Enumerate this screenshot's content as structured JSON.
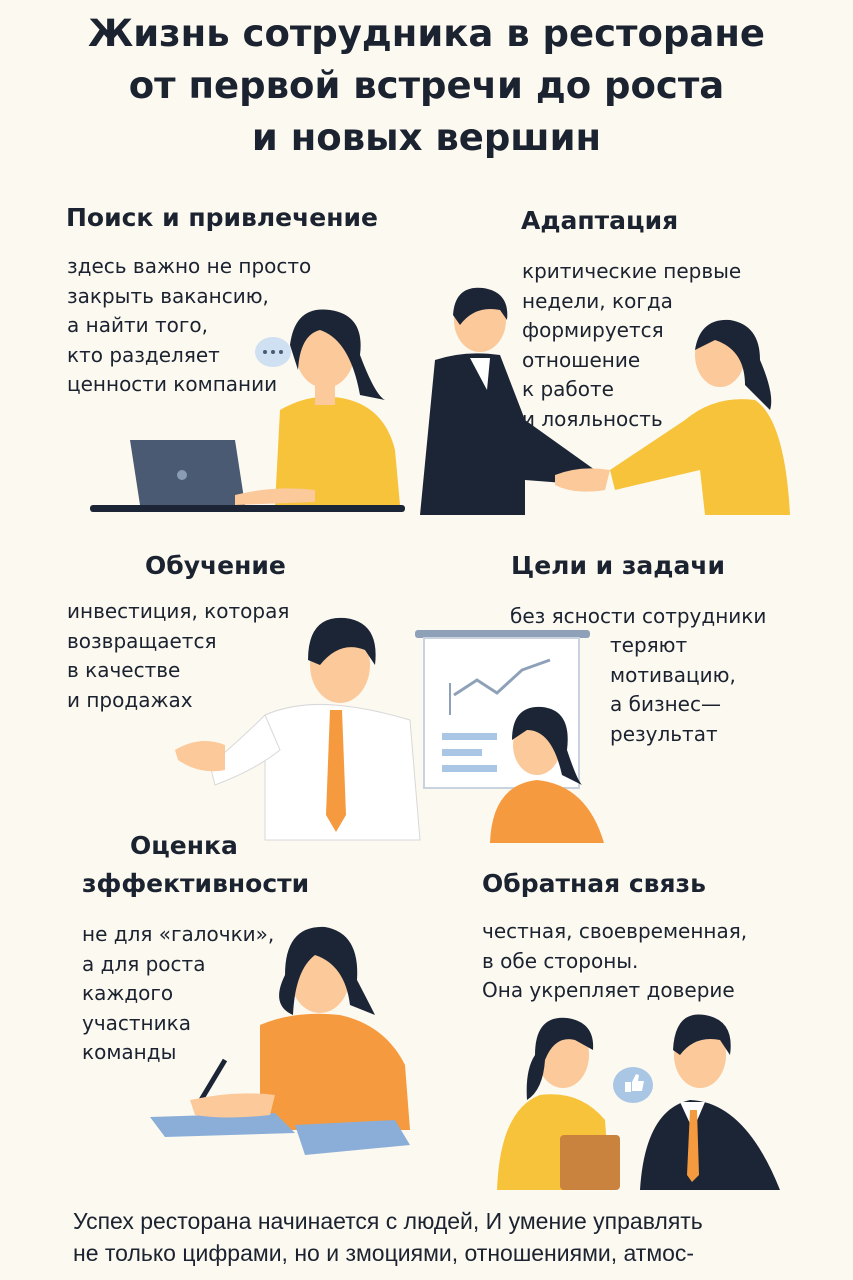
{
  "title": {
    "lines": [
      "Жизнь сотрудника в ресторане",
      "от первой встречи до роста",
      "и новых вершин"
    ]
  },
  "sections": [
    {
      "heading": "Поиск и привлечение",
      "text": "здесь важно не просто\nзакрыть вакансию,\nа найти того,\nкто разделяет\nценности компании"
    },
    {
      "heading": "Адаптация",
      "text": "критические первые\nнедели, когда\nформируется\nотношение\nк работе\nи лояльность"
    },
    {
      "heading": "Обучение",
      "text": "инвестиция, которая\nвозвращается\nв качестве\nи продажах"
    },
    {
      "heading": "Цели и задачи",
      "text": "без ясности сотрудники",
      "text2": "теряют\nмотивацию,\nа бизнес—\nрезультат"
    },
    {
      "heading": "Оценка",
      "heading2": "зффективности",
      "text": "не для «галочки»,\nа для роста\nкаждого\nучастника\nкоманды"
    },
    {
      "heading": "Обратная связь",
      "text": "честная, своевременная,\nв обе стороны.\nОна укрепляет доверие"
    }
  ],
  "footer": {
    "lines": [
      "Успех ресторана начинается с людей, И умение управлять",
      "не только цифрами, но и змоциями, отношениями, атмос-"
    ]
  },
  "colors": {
    "background": "#fcf9f0",
    "text": "#1b2230",
    "yellow": "#f7c33a",
    "orange": "#f59a3e",
    "navy": "#1c2536",
    "skin": "#fbc99a"
  }
}
